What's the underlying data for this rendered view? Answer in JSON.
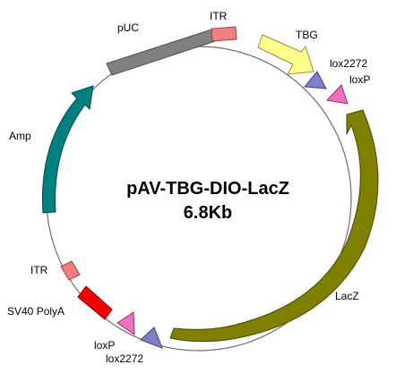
{
  "plasmid": {
    "name": "pAV-TBG-DIO-LacZ",
    "size": "6.8Kb"
  },
  "features": {
    "puc": {
      "label": "pUC",
      "color": "#808080"
    },
    "itr_top": {
      "label": "ITR",
      "color": "#f08080"
    },
    "tbg": {
      "label": "TBG",
      "color": "#ffff8c"
    },
    "lox2272_top": {
      "label": "lox2272",
      "color": "#8080c8"
    },
    "loxp_top": {
      "label": "loxP",
      "color": "#f070c0"
    },
    "lacz": {
      "label": "LacZ",
      "color": "#808000"
    },
    "lox2272_bottom": {
      "label": "lox2272",
      "color": "#8080c8"
    },
    "loxp_bottom": {
      "label": "loxP",
      "color": "#f070c0"
    },
    "sv40": {
      "label": "SV40 PolyA",
      "color": "#ee0000"
    },
    "itr_bottom": {
      "label": "ITR",
      "color": "#f08080"
    },
    "amp": {
      "label": "Amp",
      "color": "#008080"
    }
  }
}
